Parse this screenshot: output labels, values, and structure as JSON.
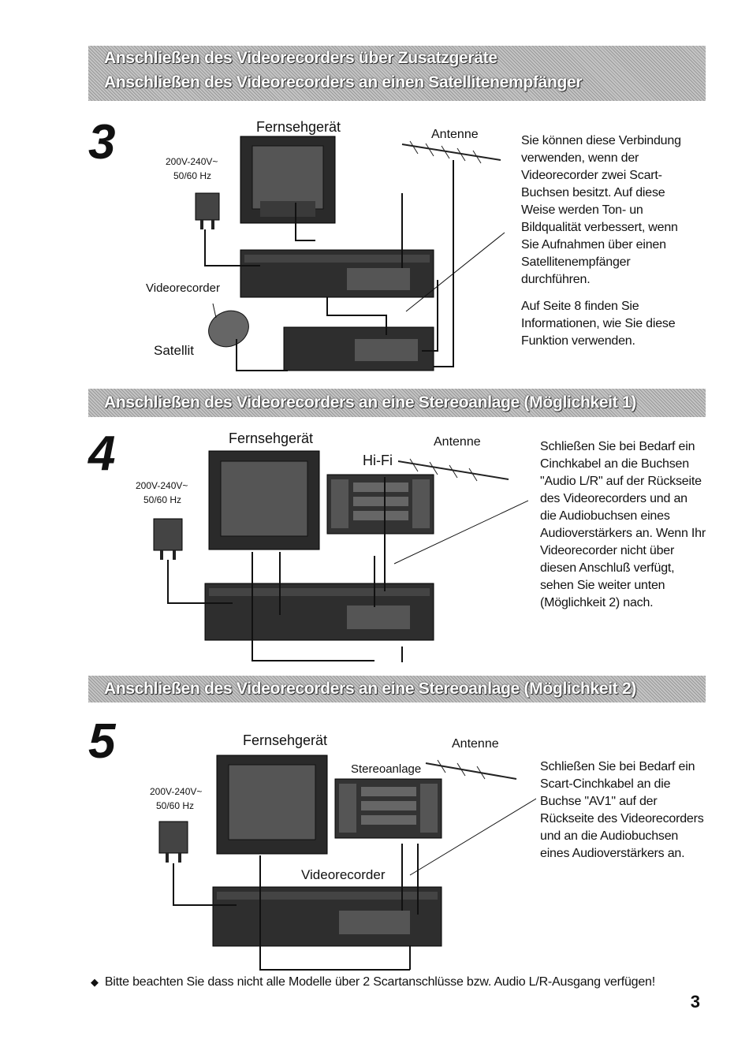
{
  "sections": [
    {
      "banner_lines": [
        "Anschließen des Videorecorders über Zusatzgeräte",
        "Anschließen des Videorecorders an einen Satellitenempfänger"
      ],
      "step": "3",
      "labels": {
        "tv": "Fernsehgerät",
        "antenna": "Antenne",
        "power_line1": "200V-240V~",
        "power_line2": "50/60 Hz",
        "vcr": "Videorecorder",
        "satellite": "Satellit"
      },
      "paragraphs": [
        "Sie können diese Verbindung verwenden, wenn der Videorecorder zwei Scart-Buchsen besitzt. Auf diese Weise werden Ton- un Bildqualität verbessert, wenn Sie Aufnahmen über einen Satellitenempfänger durchführen.",
        "Auf Seite 8 finden Sie Informationen, wie Sie diese Funktion verwenden."
      ]
    },
    {
      "banner_lines": [
        "Anschließen des Videorecorders an eine Stereoanlage (Möglichkeit 1)"
      ],
      "step": "4",
      "labels": {
        "tv": "Fernsehgerät",
        "antenna": "Antenne",
        "hifi": "Hi-Fi",
        "power_line1": "200V-240V~",
        "power_line2": "50/60 Hz"
      },
      "paragraphs": [
        "Schließen Sie bei Bedarf ein Cinchkabel an die Buchsen \"Audio L/R\" auf der Rückseite des Videorecorders und an die Audiobuchsen eines Audioverstärkers an. Wenn Ihr Videorecorder nicht über diesen Anschluß verfügt, sehen Sie weiter unten (Möglichkeit 2) nach."
      ]
    },
    {
      "banner_lines": [
        "Anschließen des Videorecorders an eine Stereoanlage (Möglichkeit 2)"
      ],
      "step": "5",
      "labels": {
        "tv": "Fernsehgerät",
        "antenna": "Antenne",
        "stereo": "Stereoanlage",
        "power_line1": "200V-240V~",
        "power_line2": "50/60 Hz",
        "vcr": "Videorecorder"
      },
      "paragraphs": [
        "Schließen Sie bei Bedarf ein Scart-Cinchkabel an die Buchse \"AV1\" auf der Rückseite des Videorecorders und an die Audiobuchsen eines Audioverstärkers an."
      ]
    }
  ],
  "footnote": "Bitte beachten Sie dass nicht alle Modelle über 2 Scartanschlüsse bzw. Audio L/R-Ausgang verfügen!",
  "footnote_bullet": "◆",
  "page_number": "3"
}
